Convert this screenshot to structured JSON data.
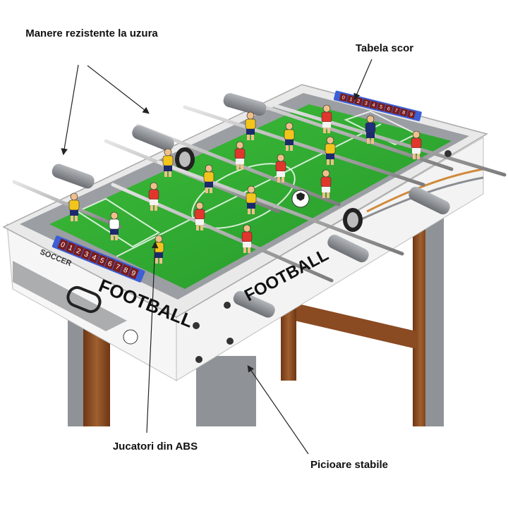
{
  "labels": {
    "handles": "Manere rezistente la uzura",
    "score": "Tabela scor",
    "players": "Jucatori din ABS",
    "legs": "Picioare stabile"
  },
  "table": {
    "brand_front": "FOOTBALL",
    "brand_side": "FOOTBALL",
    "logo": "SOCCER",
    "score_digits": [
      "0",
      "1",
      "2",
      "3",
      "4",
      "5",
      "6",
      "7",
      "8",
      "9"
    ]
  },
  "colors": {
    "field": "#2fae2f",
    "team_red": "#e0372c",
    "team_yellow": "#f2c51c",
    "handle": "#8a8d91",
    "frame": "#f4f4f4",
    "legs_wood": "#8a4a22",
    "legs_grey": "#8f9296"
  }
}
